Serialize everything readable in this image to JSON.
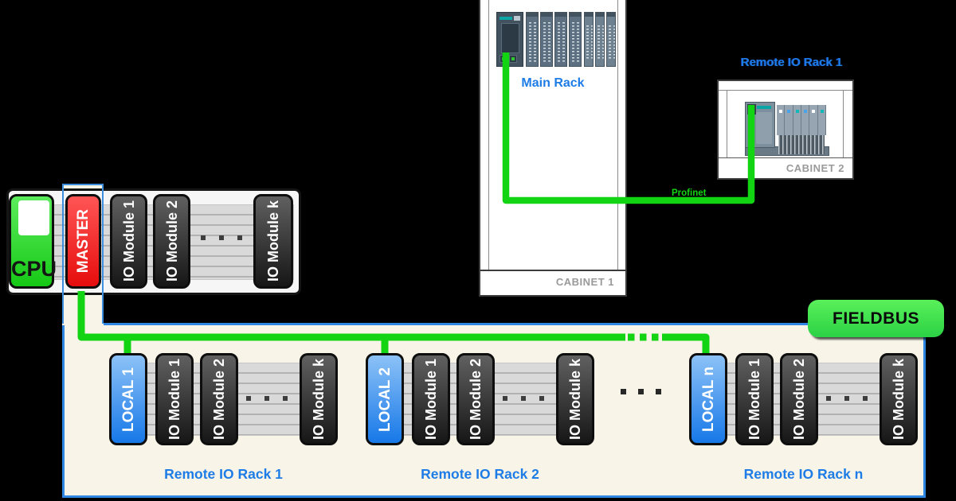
{
  "cabinet1": {
    "label": "CABINET 1",
    "rack_title": "Main Rack"
  },
  "cabinet2": {
    "label": "CABINET 2",
    "title": "Remote IO Rack 1"
  },
  "profinet_label": "Profinet",
  "fieldbus_label": "FIELDBUS",
  "main_rack": {
    "cpu_label": "CPU",
    "master_label": "MASTER",
    "modules": [
      "IO Module 1",
      "IO Module 2",
      "IO Module k"
    ]
  },
  "remote_racks": [
    {
      "name": "Remote IO Rack 1",
      "local_label": "LOCAL 1",
      "modules": [
        "IO Module 1",
        "IO Module 2",
        "IO Module k"
      ]
    },
    {
      "name": "Remote IO Rack 2",
      "local_label": "LOCAL 2",
      "modules": [
        "IO Module 1",
        "IO Module 2",
        "IO Module k"
      ]
    },
    {
      "name": "Remote IO Rack n",
      "local_label": "LOCAL n",
      "modules": [
        "IO Module 1",
        "IO Module 2",
        "IO Module k"
      ]
    }
  ],
  "colors": {
    "accent_blue": "#1e7ce6",
    "line_green": "#12d412",
    "beige_background": "#f8f5e8",
    "cpu_green": "#16c916",
    "master_red": "#e60d0d",
    "io_module_dark": "#161616",
    "local_blue": "#1778e8",
    "cabinet_label_gray": "#9a9a9a"
  }
}
